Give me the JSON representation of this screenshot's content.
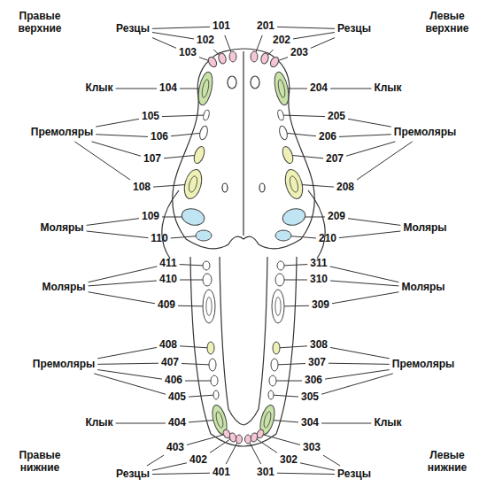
{
  "diagram": {
    "labels": [
      "Правые верхние",
      "Резцы",
      "101",
      "201",
      "Резцы",
      "Левые верхние",
      "102",
      "202",
      "103",
      "203",
      "Клык",
      "104",
      "204",
      "Клык",
      "Премоляры",
      "105",
      "205",
      "Премоляры",
      "106",
      "206",
      "107",
      "207",
      "108",
      "208",
      "Моляры",
      "109",
      "209",
      "Моляры",
      "110",
      "210",
      "411",
      "311",
      "Моляры",
      "410",
      "310",
      "Моляры",
      "409",
      "309",
      "408",
      "308",
      "Премоляры",
      "407",
      "307",
      "Премоляры",
      "406",
      "306",
      "405",
      "305",
      "Клык",
      "404",
      "304",
      "Клык",
      "Правые нижние",
      "Резцы",
      "403",
      "402",
      "401",
      "301",
      "302",
      "303",
      "Резцы",
      "Левые нижние"
    ]
  }
}
